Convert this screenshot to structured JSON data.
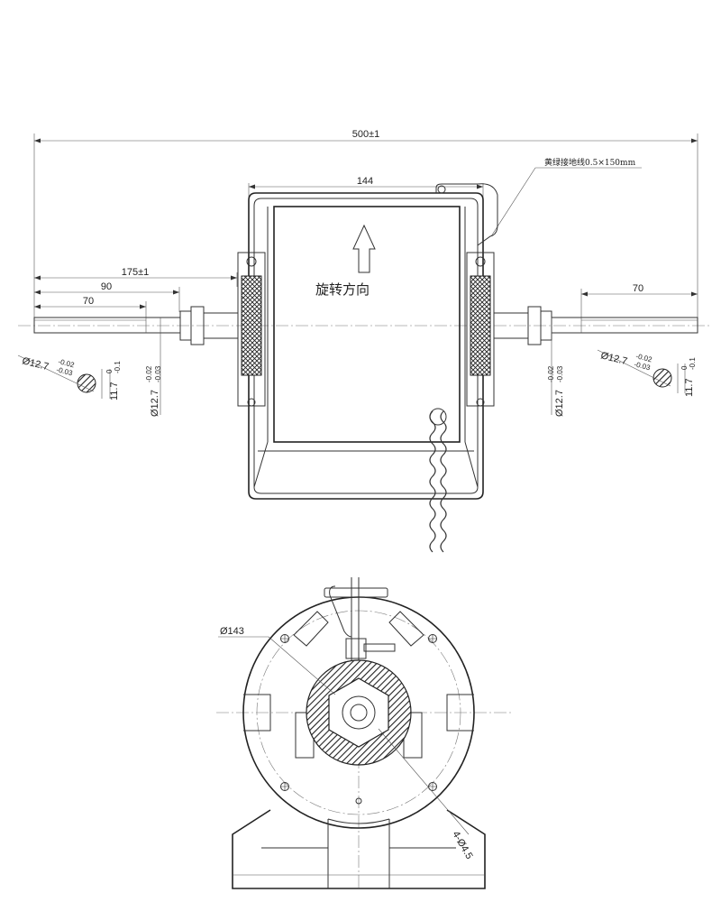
{
  "side_view": {
    "overall_length": "500±1",
    "body_width": "144",
    "ground_wire": "黄绿接地线0.5×150mm",
    "left_shaft_length": "175±1",
    "left_len_90": "90",
    "left_len_70": "70",
    "right_len_70": "70",
    "shaft_dia": "Ø12.7",
    "tol_upper": "-0.02",
    "tol_lower": "-0.03",
    "flat_dim": "11.7",
    "flat_tol_upper": "0",
    "flat_tol_lower": "-0.1",
    "rotation_label": "旋转方向"
  },
  "front_view": {
    "body_dia": "Ø143",
    "holes": "4-Ø4.5"
  }
}
